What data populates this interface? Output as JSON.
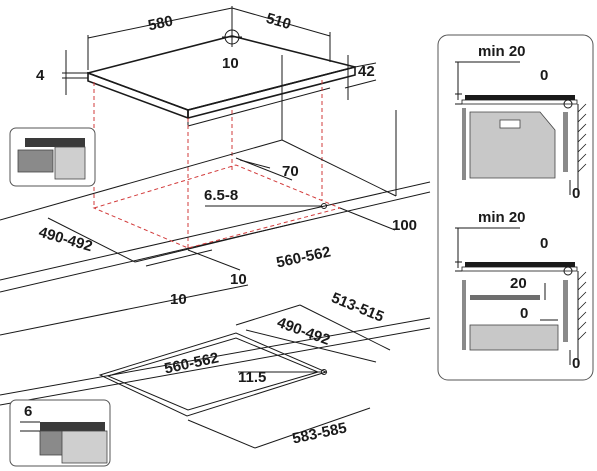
{
  "hob": {
    "width": "580",
    "depth": "510",
    "thickness": "4",
    "height": "42",
    "center": "10"
  },
  "cutout_flush": {
    "depth_range": "490-492",
    "width_range": "560-562",
    "corner_radius": "6.5-8",
    "back_offset": "70",
    "side_offset": "100",
    "front_offset_a": "10",
    "front_offset_b": "10"
  },
  "cutout_frame": {
    "outer_depth": "513-515",
    "inner_depth": "490-492",
    "inner_width": "560-562",
    "radius": "11.5",
    "outer_width": "583-585"
  },
  "install_top": {
    "min_label": "min 20",
    "gap": "0",
    "floor": "0"
  },
  "install_bottom": {
    "min_label": "min 20",
    "gap": "0",
    "shelf": "20",
    "shelf_gap": "0",
    "floor": "0"
  },
  "inset_flush": {},
  "inset_recess": {
    "depth": "6"
  },
  "colors": {
    "line": "#1a1a1a",
    "dash": "#d23b3b",
    "panel_gray": "#b9b9b9",
    "dark_gray": "#6e6e6e"
  }
}
